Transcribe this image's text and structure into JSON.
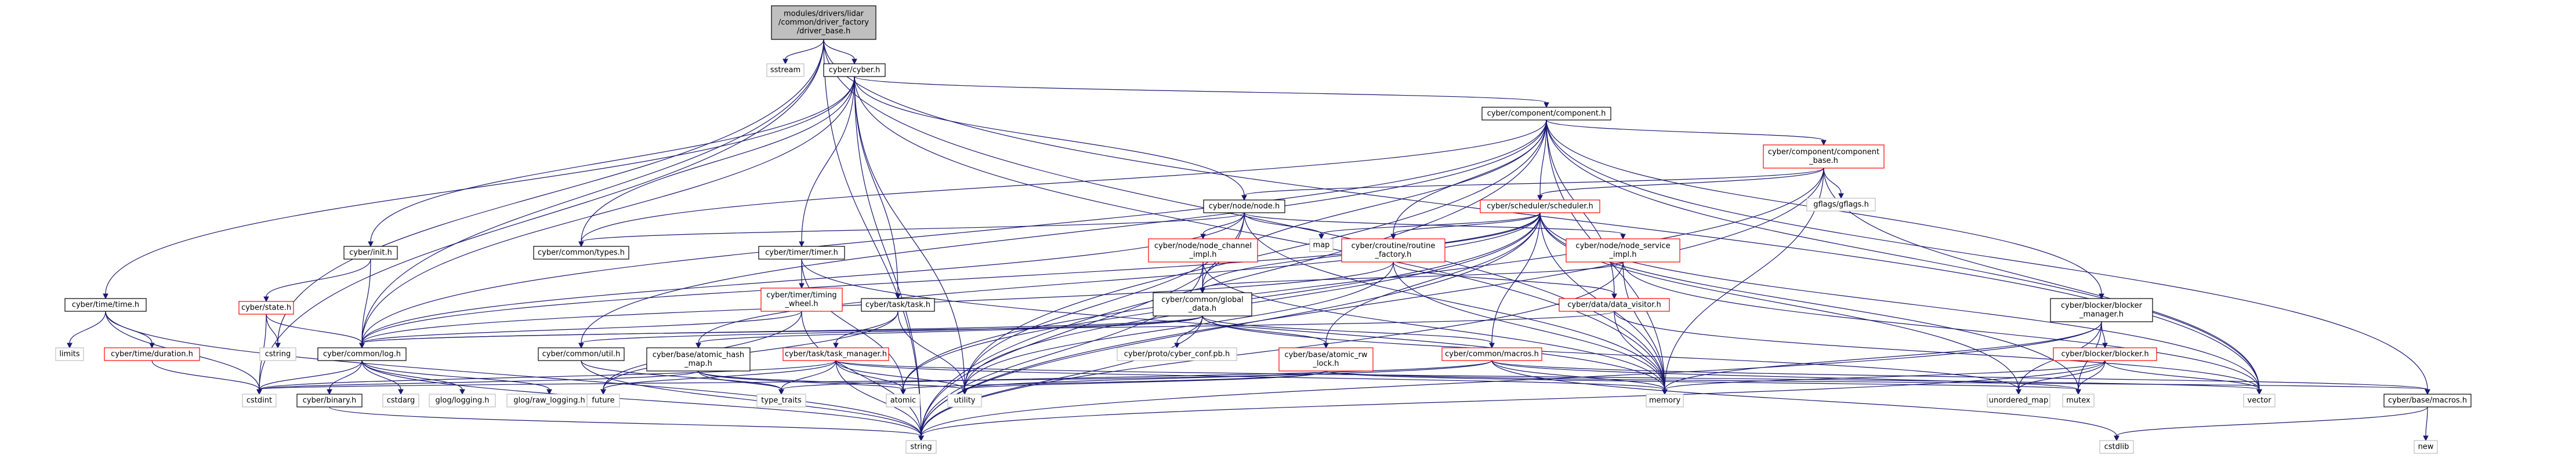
{
  "colors": {
    "edge": "#191970",
    "root_fill": "#bfbfbf",
    "root_stroke": "#000000",
    "documented_stroke": "#000000",
    "undocumented_stroke": "#ff0000",
    "system_stroke": "#bfbfbf",
    "text": "#000000"
  },
  "nodes": [
    {
      "id": "root",
      "lines": [
        "modules/drivers/lidar",
        "/common/driver_factory",
        "/driver_base.h"
      ],
      "kind": "root"
    },
    {
      "id": "sstream",
      "lines": [
        "sstream"
      ],
      "kind": "system"
    },
    {
      "id": "cyber_h",
      "lines": [
        "cyber/cyber.h"
      ],
      "kind": "documented"
    },
    {
      "id": "component_h",
      "lines": [
        "cyber/component/component.h"
      ],
      "kind": "documented"
    },
    {
      "id": "component_base_h",
      "lines": [
        "cyber/component/component",
        "_base.h"
      ],
      "kind": "undocumented"
    },
    {
      "id": "gflags_h",
      "lines": [
        "gflags/gflags.h"
      ],
      "kind": "system"
    },
    {
      "id": "node_h",
      "lines": [
        "cyber/node/node.h"
      ],
      "kind": "documented"
    },
    {
      "id": "scheduler_h",
      "lines": [
        "cyber/scheduler/scheduler.h"
      ],
      "kind": "undocumented"
    },
    {
      "id": "map",
      "lines": [
        "map"
      ],
      "kind": "system"
    },
    {
      "id": "node_channel_impl_h",
      "lines": [
        "cyber/node/node_channel",
        "_impl.h"
      ],
      "kind": "undocumented"
    },
    {
      "id": "routine_factory_h",
      "lines": [
        "cyber/croutine/routine",
        "_factory.h"
      ],
      "kind": "undocumented"
    },
    {
      "id": "node_service_impl_h",
      "lines": [
        "cyber/node/node_service",
        "_impl.h"
      ],
      "kind": "undocumented"
    },
    {
      "id": "init_h",
      "lines": [
        "cyber/init.h"
      ],
      "kind": "documented"
    },
    {
      "id": "types_h",
      "lines": [
        "cyber/common/types.h"
      ],
      "kind": "documented"
    },
    {
      "id": "timer_h",
      "lines": [
        "cyber/timer/timer.h"
      ],
      "kind": "documented"
    },
    {
      "id": "task_h",
      "lines": [
        "cyber/task/task.h"
      ],
      "kind": "documented"
    },
    {
      "id": "state_h",
      "lines": [
        "cyber/state.h"
      ],
      "kind": "undocumented"
    },
    {
      "id": "time_h",
      "lines": [
        "cyber/time/time.h"
      ],
      "kind": "documented"
    },
    {
      "id": "timing_wheel_h",
      "lines": [
        "cyber/timer/timing",
        "_wheel.h"
      ],
      "kind": "undocumented"
    },
    {
      "id": "global_data_h",
      "lines": [
        "cyber/common/global",
        "_data.h"
      ],
      "kind": "documented"
    },
    {
      "id": "data_visitor_h",
      "lines": [
        "cyber/data/data_visitor.h"
      ],
      "kind": "undocumented"
    },
    {
      "id": "blocker_manager_h",
      "lines": [
        "cyber/blocker/blocker",
        "_manager.h"
      ],
      "kind": "documented"
    },
    {
      "id": "blocker_h",
      "lines": [
        "cyber/blocker/blocker.h"
      ],
      "kind": "undocumented"
    },
    {
      "id": "limits",
      "lines": [
        "limits"
      ],
      "kind": "system"
    },
    {
      "id": "duration_h",
      "lines": [
        "cyber/time/duration.h"
      ],
      "kind": "undocumented"
    },
    {
      "id": "cstring",
      "lines": [
        "cstring"
      ],
      "kind": "system"
    },
    {
      "id": "log_h",
      "lines": [
        "cyber/common/log.h"
      ],
      "kind": "documented"
    },
    {
      "id": "util_h",
      "lines": [
        "cyber/common/util.h"
      ],
      "kind": "documented"
    },
    {
      "id": "atomic_hash_map_h",
      "lines": [
        "cyber/base/atomic_hash",
        "_map.h"
      ],
      "kind": "documented"
    },
    {
      "id": "task_manager_h",
      "lines": [
        "cyber/task/task_manager.h"
      ],
      "kind": "undocumented"
    },
    {
      "id": "conf_pb_h",
      "lines": [
        "cyber/proto/cyber_conf.pb.h"
      ],
      "kind": "system"
    },
    {
      "id": "atomic_rw_lock_h",
      "lines": [
        "cyber/base/atomic_rw",
        "_lock.h"
      ],
      "kind": "undocumented"
    },
    {
      "id": "macros_common_h",
      "lines": [
        "cyber/common/macros.h"
      ],
      "kind": "undocumented"
    },
    {
      "id": "macros_base_h",
      "lines": [
        "cyber/base/macros.h"
      ],
      "kind": "documented"
    },
    {
      "id": "cstdint",
      "lines": [
        "cstdint"
      ],
      "kind": "system"
    },
    {
      "id": "binary_h",
      "lines": [
        "cyber/binary.h"
      ],
      "kind": "documented"
    },
    {
      "id": "cstdarg",
      "lines": [
        "cstdarg"
      ],
      "kind": "system"
    },
    {
      "id": "glog_logging_h",
      "lines": [
        "glog/logging.h"
      ],
      "kind": "system"
    },
    {
      "id": "glog_raw_logging_h",
      "lines": [
        "glog/raw_logging.h"
      ],
      "kind": "system"
    },
    {
      "id": "future",
      "lines": [
        "future"
      ],
      "kind": "system"
    },
    {
      "id": "type_traits",
      "lines": [
        "type_traits"
      ],
      "kind": "system"
    },
    {
      "id": "atomic",
      "lines": [
        "atomic"
      ],
      "kind": "system"
    },
    {
      "id": "utility",
      "lines": [
        "utility"
      ],
      "kind": "system"
    },
    {
      "id": "memory",
      "lines": [
        "memory"
      ],
      "kind": "system"
    },
    {
      "id": "unordered_map",
      "lines": [
        "unordered_map"
      ],
      "kind": "system"
    },
    {
      "id": "mutex",
      "lines": [
        "mutex"
      ],
      "kind": "system"
    },
    {
      "id": "vector",
      "lines": [
        "vector"
      ],
      "kind": "system"
    },
    {
      "id": "string",
      "lines": [
        "string"
      ],
      "kind": "system"
    },
    {
      "id": "cstdlib",
      "lines": [
        "cstdlib"
      ],
      "kind": "system"
    },
    {
      "id": "new",
      "lines": [
        "new"
      ],
      "kind": "system"
    }
  ],
  "edges": [
    [
      "root",
      "sstream"
    ],
    [
      "root",
      "cyber_h"
    ],
    [
      "root",
      "log_h"
    ],
    [
      "root",
      "cstring"
    ],
    [
      "root",
      "cstdint"
    ],
    [
      "root",
      "memory"
    ],
    [
      "root",
      "vector"
    ],
    [
      "root",
      "string"
    ],
    [
      "cyber_h",
      "component_h"
    ],
    [
      "cyber_h",
      "node_h"
    ],
    [
      "cyber_h",
      "init_h"
    ],
    [
      "cyber_h",
      "log_h"
    ],
    [
      "cyber_h",
      "timer_h"
    ],
    [
      "cyber_h",
      "task_h"
    ],
    [
      "cyber_h",
      "time_h"
    ],
    [
      "cyber_h",
      "types_h"
    ],
    [
      "cyber_h",
      "memory"
    ],
    [
      "cyber_h",
      "utility"
    ],
    [
      "cyber_h",
      "string"
    ],
    [
      "component_h",
      "component_base_h"
    ],
    [
      "component_h",
      "scheduler_h"
    ],
    [
      "component_h",
      "routine_factory_h"
    ],
    [
      "component_h",
      "global_data_h"
    ],
    [
      "component_h",
      "types_h"
    ],
    [
      "component_h",
      "util_h"
    ],
    [
      "component_h",
      "data_visitor_h"
    ],
    [
      "component_h",
      "blocker_manager_h"
    ],
    [
      "component_h",
      "log_h"
    ],
    [
      "component_h",
      "macros_base_h"
    ],
    [
      "component_h",
      "memory"
    ],
    [
      "component_h",
      "utility"
    ],
    [
      "component_h",
      "vector"
    ],
    [
      "component_h",
      "string"
    ],
    [
      "component_base_h",
      "gflags_h"
    ],
    [
      "component_base_h",
      "node_h"
    ],
    [
      "component_base_h",
      "scheduler_h"
    ],
    [
      "component_base_h",
      "atomic"
    ],
    [
      "component_base_h",
      "memory"
    ],
    [
      "component_base_h",
      "vector"
    ],
    [
      "component_base_h",
      "string"
    ],
    [
      "node_h",
      "node_channel_impl_h"
    ],
    [
      "node_h",
      "node_service_impl_h"
    ],
    [
      "node_h",
      "map"
    ],
    [
      "node_h",
      "memory"
    ],
    [
      "node_h",
      "utility"
    ],
    [
      "node_h",
      "string"
    ],
    [
      "node_h",
      "types_h"
    ],
    [
      "node_h",
      "log_h"
    ],
    [
      "scheduler_h",
      "routine_factory_h"
    ],
    [
      "scheduler_h",
      "map"
    ],
    [
      "scheduler_h",
      "atomic_hash_map_h"
    ],
    [
      "scheduler_h",
      "atomic_rw_lock_h"
    ],
    [
      "scheduler_h",
      "macros_common_h"
    ],
    [
      "scheduler_h",
      "log_h"
    ],
    [
      "scheduler_h",
      "memory"
    ],
    [
      "scheduler_h",
      "mutex"
    ],
    [
      "scheduler_h",
      "unordered_map"
    ],
    [
      "scheduler_h",
      "atomic"
    ],
    [
      "scheduler_h",
      "vector"
    ],
    [
      "scheduler_h",
      "string"
    ],
    [
      "scheduler_h",
      "utility"
    ],
    [
      "scheduler_h",
      "global_data_h"
    ],
    [
      "node_channel_impl_h",
      "global_data_h"
    ],
    [
      "node_channel_impl_h",
      "memory"
    ],
    [
      "node_channel_impl_h",
      "string"
    ],
    [
      "node_service_impl_h",
      "global_data_h"
    ],
    [
      "node_service_impl_h",
      "memory"
    ],
    [
      "node_service_impl_h",
      "vector"
    ],
    [
      "node_service_impl_h",
      "string"
    ],
    [
      "routine_factory_h",
      "data_visitor_h"
    ],
    [
      "routine_factory_h",
      "log_h"
    ],
    [
      "routine_factory_h",
      "memory"
    ],
    [
      "routine_factory_h",
      "utility"
    ],
    [
      "init_h",
      "state_h"
    ],
    [
      "init_h",
      "log_h"
    ],
    [
      "state_h",
      "cstring"
    ],
    [
      "state_h",
      "log_h"
    ],
    [
      "state_h",
      "cstdint"
    ],
    [
      "timer_h",
      "timing_wheel_h"
    ],
    [
      "timer_h",
      "atomic"
    ],
    [
      "timer_h",
      "memory"
    ],
    [
      "timing_wheel_h",
      "log_h"
    ],
    [
      "timing_wheel_h",
      "future"
    ],
    [
      "timing_wheel_h",
      "string"
    ],
    [
      "task_h",
      "task_manager_h"
    ],
    [
      "task_h",
      "future"
    ],
    [
      "task_h",
      "utility"
    ],
    [
      "task_manager_h",
      "atomic"
    ],
    [
      "task_manager_h",
      "future"
    ],
    [
      "task_manager_h",
      "memory"
    ],
    [
      "task_manager_h",
      "string"
    ],
    [
      "task_manager_h",
      "utility"
    ],
    [
      "task_manager_h",
      "type_traits"
    ],
    [
      "task_manager_h",
      "vector"
    ],
    [
      "task_manager_h",
      "cstdint"
    ],
    [
      "time_h",
      "limits"
    ],
    [
      "time_h",
      "duration_h"
    ],
    [
      "time_h",
      "cstdint"
    ],
    [
      "time_h",
      "string"
    ],
    [
      "duration_h",
      "cstdint"
    ],
    [
      "global_data_h",
      "conf_pb_h"
    ],
    [
      "global_data_h",
      "atomic_hash_map_h"
    ],
    [
      "global_data_h",
      "atomic_rw_lock_h"
    ],
    [
      "global_data_h",
      "macros_common_h"
    ],
    [
      "global_data_h",
      "util_h"
    ],
    [
      "global_data_h",
      "log_h"
    ],
    [
      "global_data_h",
      "string"
    ],
    [
      "global_data_h",
      "unordered_map"
    ],
    [
      "data_visitor_h",
      "log_h"
    ],
    [
      "data_visitor_h",
      "memory"
    ],
    [
      "data_visitor_h",
      "vector"
    ],
    [
      "blocker_manager_h",
      "blocker_h"
    ],
    [
      "blocker_manager_h",
      "memory"
    ],
    [
      "blocker_manager_h",
      "mutex"
    ],
    [
      "blocker_manager_h",
      "string"
    ],
    [
      "blocker_manager_h",
      "unordered_map"
    ],
    [
      "blocker_h",
      "memory"
    ],
    [
      "blocker_h",
      "mutex"
    ],
    [
      "blocker_h",
      "string"
    ],
    [
      "blocker_h",
      "unordered_map"
    ],
    [
      "blocker_h",
      "vector"
    ],
    [
      "blocker_h",
      "cstddef_dummy"
    ],
    [
      "log_h",
      "binary_h"
    ],
    [
      "log_h",
      "cstdarg"
    ],
    [
      "log_h",
      "glog_logging_h"
    ],
    [
      "log_h",
      "glog_raw_logging_h"
    ],
    [
      "log_h",
      "string"
    ],
    [
      "log_h",
      "cstdint"
    ],
    [
      "util_h",
      "string"
    ],
    [
      "util_h",
      "type_traits"
    ],
    [
      "atomic_hash_map_h",
      "atomic"
    ],
    [
      "atomic_hash_map_h",
      "cstdint"
    ],
    [
      "atomic_hash_map_h",
      "type_traits"
    ],
    [
      "atomic_hash_map_h",
      "utility"
    ],
    [
      "atomic_rw_lock_h",
      "atomic"
    ],
    [
      "atomic_rw_lock_h",
      "mutex"
    ],
    [
      "atomic_rw_lock_h",
      "utility"
    ],
    [
      "atomic_rw_lock_h",
      "cstdint"
    ],
    [
      "atomic_rw_lock_h",
      "macros_base_h"
    ],
    [
      "macros_common_h",
      "iostream_dummy"
    ],
    [
      "macros_common_h",
      "memory"
    ],
    [
      "macros_common_h",
      "mutex"
    ],
    [
      "macros_common_h",
      "type_traits"
    ],
    [
      "macros_common_h",
      "utility"
    ],
    [
      "macros_common_h",
      "cstdlib"
    ],
    [
      "macros_common_h",
      "macros_base_h"
    ],
    [
      "macros_base_h",
      "cstdlib"
    ],
    [
      "macros_base_h",
      "new"
    ],
    [
      "binary_h",
      "string"
    ]
  ]
}
